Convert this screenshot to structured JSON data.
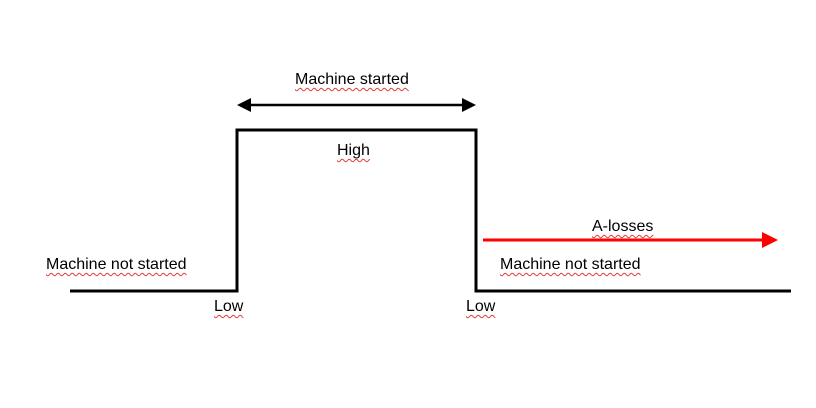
{
  "diagram": {
    "labels": {
      "machine_started": "Machine started",
      "high": "High",
      "a_losses": "A-losses",
      "machine_not_started_left": "Machine not started",
      "machine_not_started_right": "Machine not started",
      "low_left": "Low",
      "low_right": "Low"
    },
    "colors": {
      "signal_line": "#000000",
      "span_arrow": "#000000",
      "loss_arrow": "#ff0000",
      "spellcheck_underline": "#e03a3a"
    }
  }
}
